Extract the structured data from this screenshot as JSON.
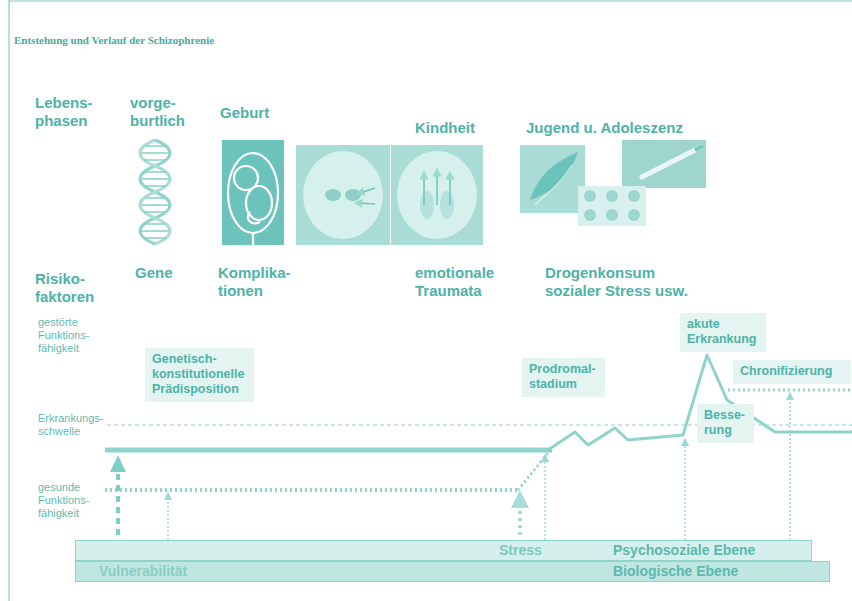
{
  "diagram": {
    "title": "Entstehung und Verlauf der Schizophrenie",
    "nodes": [
      {
        "text": [
          "Genetisch- konstitutionelle Prädisposition"
        ]
      },
      {
        "text": [
          "Prodromal- stadium"
        ]
      },
      {
        "text": [
          "akute Erkrankung"
        ]
      },
      {
        "text": [
          "Chronifizierung"
        ]
      },
      {
        "text": [
          "Besse- rung"
        ]
      },
      {
        "text": [
          "Stress",
          "Psychosoziale Ebene"
        ]
      },
      {
        "text": [
          "Vulnerabilität",
          "Biologische Ebene"
        ]
      }
    ],
    "labels": [
      "Lebens- phasen",
      "vorge- burtlich",
      "Geburt",
      "Kindheit",
      "Jugend u. Adoleszenz",
      "Risiko- faktoren",
      "Gene",
      "Komplika- tionen",
      "emotionale Traumata",
      "Drogenkonsum sozialer Stress usw.",
      "gestörte Funktions- fähigkeit",
      "Erkrankungs- schwelle",
      "gesunde Funktions- fähigkeit"
    ]
  }
}
